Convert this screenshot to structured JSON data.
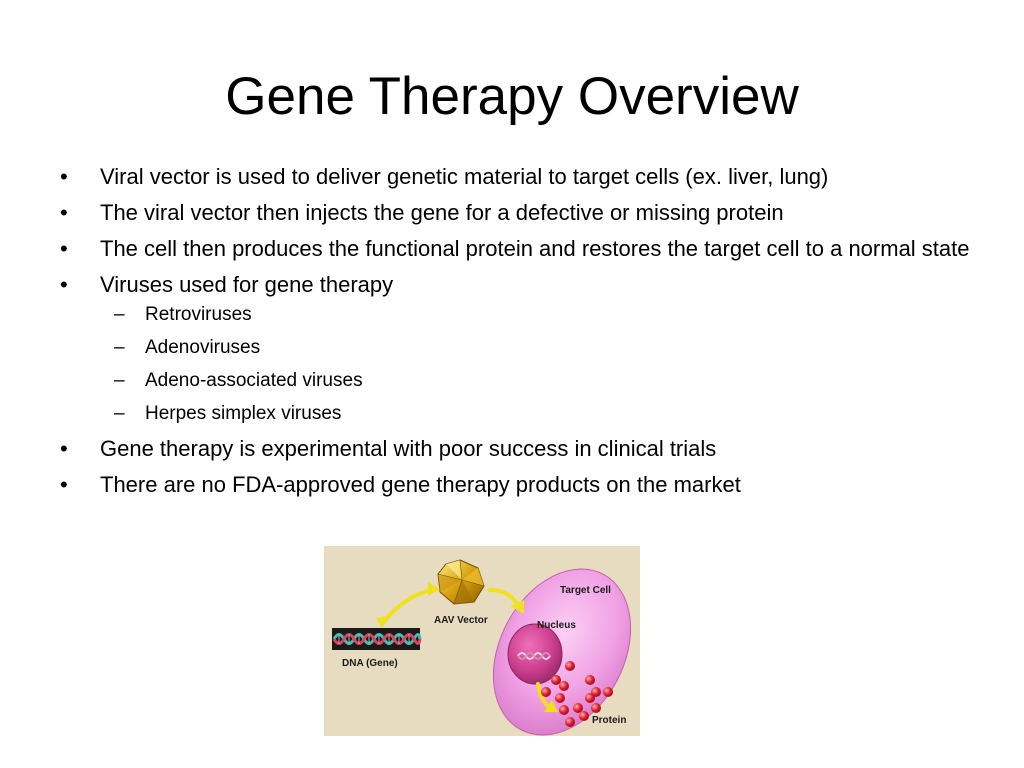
{
  "slide": {
    "title": "Gene Therapy Overview",
    "bullets": [
      "Viral vector is used to deliver genetic material to target cells (ex. liver, lung)",
      "The viral vector then injects the gene for a defective or missing protein",
      "The cell then produces the functional protein and restores the target cell to a normal state",
      "Viruses used for gene therapy"
    ],
    "sub_bullets": [
      "Retroviruses",
      "Adenoviruses",
      "Adeno-associated viruses",
      "Herpes simplex viruses"
    ],
    "bullets_after": [
      "Gene therapy is experimental with poor success in clinical trials",
      "There are no FDA-approved gene therapy products on the market"
    ]
  },
  "figure": {
    "labels": {
      "target_cell": "Target Cell",
      "aav_vector": "AAV Vector",
      "nucleus": "Nucleus",
      "dna": "DNA (Gene)",
      "protein": "Protein"
    },
    "colors": {
      "background": "#e8dcc0",
      "cell": "#f4a8e8",
      "nucleus": "#c83c8c",
      "vector": "#d8a010",
      "arrow": "#f0e020",
      "protein": "#e02030",
      "dna": "#3c8c8c"
    }
  }
}
